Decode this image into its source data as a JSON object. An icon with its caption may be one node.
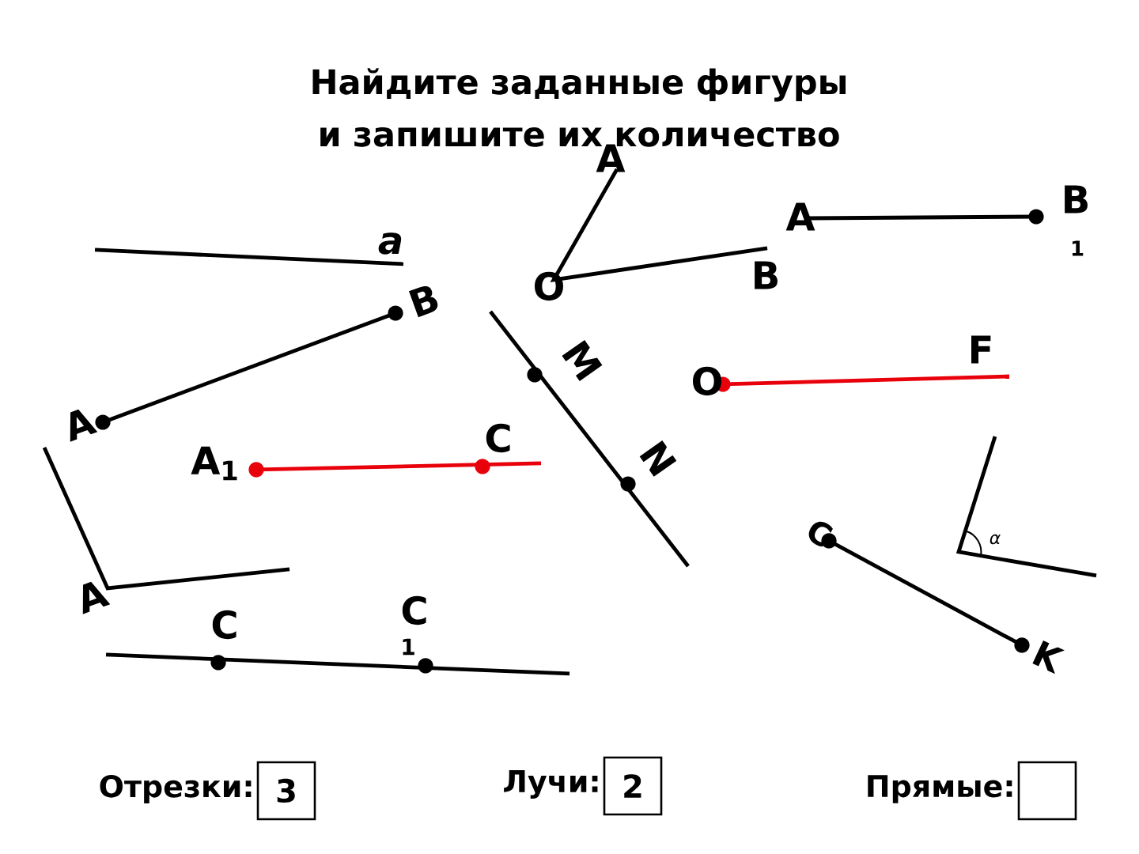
{
  "diagram": {
    "title": "Найдите заданные фигуры  и запишите их количество",
    "nodes": [
      {
        "text": [
          "3"
        ],
        "beside": [
          "Отрезки:"
        ]
      },
      {
        "text": [
          "2"
        ],
        "beside": [
          "Лучи:"
        ]
      },
      {
        "text": [],
        "shape": "box",
        "beside": [
          "Прямые:"
        ]
      }
    ],
    "edges": [],
    "labels": [
      "A",
      "A",
      "B",
      "1",
      "a",
      "O",
      "B",
      "B",
      "O",
      "F",
      "M",
      "A",
      "A$_{1}$",
      "C",
      "N",
      "C",
      "α",
      "A",
      "C",
      "C",
      "1",
      "K"
    ]
  }
}
